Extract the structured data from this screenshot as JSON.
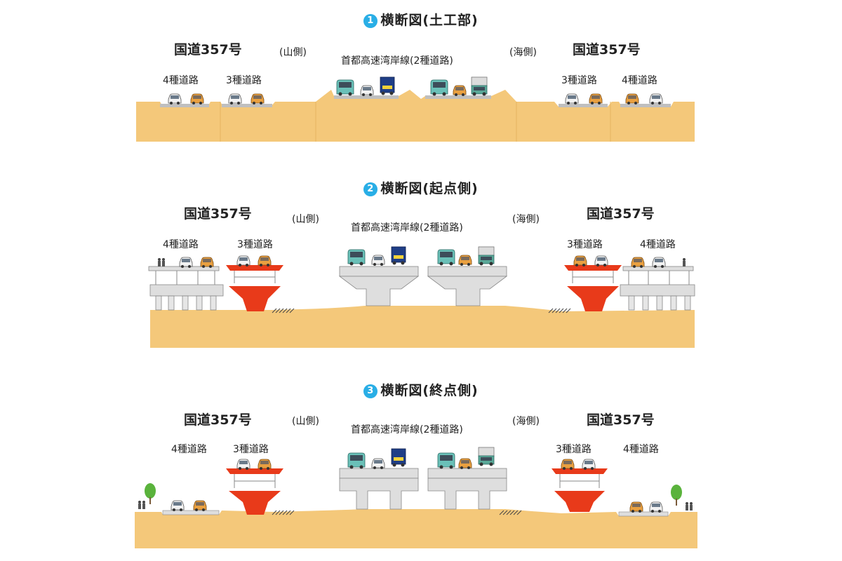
{
  "sections": [
    {
      "number": "1",
      "title": "横断図(土工部)",
      "route_left": "国道357号",
      "route_right": "国道357号",
      "side_left": "(山側)",
      "side_right": "(海側)",
      "main_road": "首都高速湾岸線(2種道路)",
      "roads_left": [
        "4種道路",
        "3種道路"
      ],
      "roads_right": [
        "3種道路",
        "4種道路"
      ]
    },
    {
      "number": "2",
      "title": "横断図(起点側)",
      "route_left": "国道357号",
      "route_right": "国道357号",
      "side_left": "(山側)",
      "side_right": "(海側)",
      "main_road": "首都高速湾岸線(2種道路)",
      "roads_left": [
        "4種道路",
        "3種道路"
      ],
      "roads_right": [
        "3種道路",
        "4種道路"
      ]
    },
    {
      "number": "3",
      "title": "横断図(終点側)",
      "route_left": "国道357号",
      "route_right": "国道357号",
      "side_left": "(山側)",
      "side_right": "(海側)",
      "main_road": "首都高速湾岸線(2種道路)",
      "roads_left": [
        "4種道路",
        "3種道路"
      ],
      "roads_right": [
        "3種道路",
        "4種道路"
      ]
    }
  ],
  "colors": {
    "ground": "#f4c87a",
    "pavement": "#bfbfbf",
    "pier": "#dedede",
    "red_pier": "#e83a1a",
    "accent": "#29aee6",
    "tree": "#5ab33c"
  }
}
